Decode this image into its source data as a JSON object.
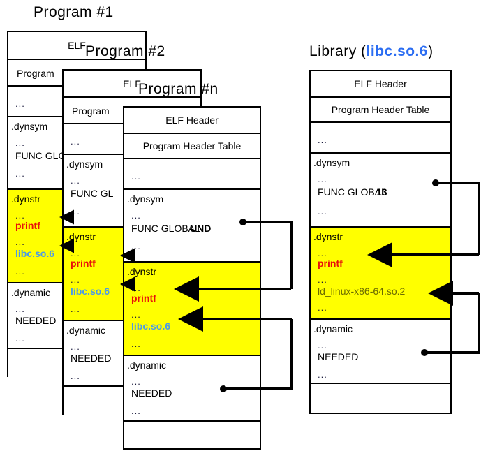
{
  "diagram": {
    "titles": {
      "program1": "Program #1",
      "program2": "Program #2",
      "programn": "Program #n",
      "library_prefix": "Library (",
      "library_name": "libc.so.6",
      "library_suffix": ")"
    },
    "colors": {
      "highlight": "#ffff00",
      "symbol_red": "#e8100a",
      "soname_blue": "#4a9ae8",
      "title_accent": "#2b6df2",
      "stroke": "#000000"
    },
    "program1": {
      "label": "Program #1",
      "sections": [
        {
          "name": "elf-header",
          "lines": [
            {
              "text": "ELF",
              "style": "hdr"
            }
          ]
        },
        {
          "name": "program-header-table",
          "lines": [
            {
              "text": "Program",
              "style": "hdr"
            }
          ]
        },
        {
          "name": "gap-1",
          "lines": [
            {
              "text": "...",
              "style": "dots"
            }
          ]
        },
        {
          "name": "dynsym",
          "lines": [
            {
              "text": ".dynsym",
              "style": "hdr"
            },
            {
              "text": "...",
              "style": "dots"
            },
            {
              "text": "FUNC GLO",
              "style": "hdr"
            },
            {
              "text": "...",
              "style": "dots"
            }
          ]
        },
        {
          "name": "dynstr",
          "highlight": true,
          "lines": [
            {
              "text": ".dynstr",
              "style": "hdr"
            },
            {
              "text": "...",
              "style": "dots"
            },
            {
              "text": "printf",
              "style": "red"
            },
            {
              "text": "...",
              "style": "dots"
            },
            {
              "text": "libc.so.6",
              "style": "blue"
            },
            {
              "text": "...",
              "style": "dots"
            }
          ]
        },
        {
          "name": "dynamic",
          "lines": [
            {
              "text": ".dynamic",
              "style": "hdr"
            },
            {
              "text": "...",
              "style": "dots"
            },
            {
              "text": "NEEDED",
              "style": "hdr"
            },
            {
              "text": "...",
              "style": "dots"
            }
          ]
        },
        {
          "name": "tail",
          "lines": []
        }
      ]
    },
    "program2": {
      "label": "Program #2",
      "sections": [
        {
          "name": "elf-header",
          "lines": [
            {
              "text": "ELF",
              "style": "hdr"
            }
          ]
        },
        {
          "name": "program-header-table",
          "lines": [
            {
              "text": "Program",
              "style": "hdr"
            }
          ]
        },
        {
          "name": "gap-1",
          "lines": [
            {
              "text": "...",
              "style": "dots"
            }
          ]
        },
        {
          "name": "dynsym",
          "lines": [
            {
              "text": ".dynsym",
              "style": "hdr"
            },
            {
              "text": "...",
              "style": "dots"
            },
            {
              "text": "FUNC GL",
              "style": "hdr"
            },
            {
              "text": "...",
              "style": "dots"
            }
          ]
        },
        {
          "name": "dynstr",
          "highlight": true,
          "lines": [
            {
              "text": ".dynstr",
              "style": "hdr"
            },
            {
              "text": "...",
              "style": "dots"
            },
            {
              "text": "printf",
              "style": "red"
            },
            {
              "text": "...",
              "style": "dots"
            },
            {
              "text": "libc.so.6",
              "style": "blue"
            },
            {
              "text": "...",
              "style": "dots"
            }
          ]
        },
        {
          "name": "dynamic",
          "lines": [
            {
              "text": ".dynamic",
              "style": "hdr"
            },
            {
              "text": "...",
              "style": "dots"
            },
            {
              "text": "NEEDED",
              "style": "hdr"
            },
            {
              "text": "...",
              "style": "dots"
            }
          ]
        },
        {
          "name": "tail",
          "lines": []
        }
      ]
    },
    "programn": {
      "label": "Program #n",
      "sections": [
        {
          "name": "elf-header",
          "lines": [
            {
              "text": "ELF Header",
              "style": "hdr"
            }
          ]
        },
        {
          "name": "program-header-table",
          "lines": [
            {
              "text": "Program Header Table",
              "style": "hdr"
            }
          ]
        },
        {
          "name": "gap-1",
          "lines": [
            {
              "text": "...",
              "style": "dots"
            }
          ]
        },
        {
          "name": "dynsym",
          "lines": [
            {
              "text": ".dynsym",
              "style": "hdr"
            },
            {
              "text": "...",
              "style": "dots"
            },
            {
              "text": "FUNC GLOBAL ",
              "style": "hdr"
            },
            {
              "text": "UND",
              "style": "bold"
            },
            {
              "text": "...",
              "style": "dots"
            }
          ]
        },
        {
          "name": "dynstr",
          "highlight": true,
          "lines": [
            {
              "text": ".dynstr",
              "style": "hdr"
            },
            {
              "text": "...",
              "style": "dots"
            },
            {
              "text": "printf",
              "style": "red"
            },
            {
              "text": "...",
              "style": "dots"
            },
            {
              "text": "libc.so.6",
              "style": "blue"
            },
            {
              "text": "...",
              "style": "dots"
            }
          ]
        },
        {
          "name": "dynamic",
          "lines": [
            {
              "text": ".dynamic",
              "style": "hdr"
            },
            {
              "text": "...",
              "style": "dots"
            },
            {
              "text": "NEEDED",
              "style": "hdr"
            },
            {
              "text": "...",
              "style": "dots"
            }
          ]
        },
        {
          "name": "tail",
          "lines": []
        }
      ]
    },
    "library": {
      "label": "Library (libc.so.6)",
      "sections": [
        {
          "name": "elf-header",
          "lines": [
            {
              "text": "ELF Header",
              "style": "hdr"
            }
          ]
        },
        {
          "name": "program-header-table",
          "lines": [
            {
              "text": "Program Header Table",
              "style": "hdr"
            }
          ]
        },
        {
          "name": "gap-1",
          "lines": [
            {
              "text": "...",
              "style": "dots"
            }
          ]
        },
        {
          "name": "dynsym",
          "lines": [
            {
              "text": ".dynsym",
              "style": "hdr"
            },
            {
              "text": "...",
              "style": "dots"
            },
            {
              "text": "FUNC GLOBAL ",
              "style": "hdr"
            },
            {
              "text": "13",
              "style": "bold"
            },
            {
              "text": "...",
              "style": "dots"
            }
          ]
        },
        {
          "name": "dynstr",
          "highlight": true,
          "lines": [
            {
              "text": ".dynstr",
              "style": "hdr"
            },
            {
              "text": "...",
              "style": "dots"
            },
            {
              "text": "printf",
              "style": "red"
            },
            {
              "text": "...",
              "style": "dots"
            },
            {
              "text": "ld_linux-x86-64.so.2",
              "style": "olive"
            },
            {
              "text": "...",
              "style": "dots"
            }
          ]
        },
        {
          "name": "dynamic",
          "lines": [
            {
              "text": ".dynamic",
              "style": "hdr"
            },
            {
              "text": "...",
              "style": "dots"
            },
            {
              "text": "NEEDED",
              "style": "hdr"
            },
            {
              "text": "...",
              "style": "dots"
            }
          ]
        },
        {
          "name": "tail",
          "lines": []
        }
      ]
    },
    "connectors": [
      {
        "name": "progn-und-to-progn-printf",
        "from": "Program #n FUNC GLOBAL UND",
        "to": "Program #n printf"
      },
      {
        "name": "progn-needed-to-progn-libcso6",
        "from": "Program #n NEEDED",
        "to": "Program #n libc.so.6"
      },
      {
        "name": "library-funcglobal13-to-library-printf",
        "from": "Library FUNC GLOBAL 13",
        "to": "Library printf"
      },
      {
        "name": "library-needed-to-library-ldlinux",
        "from": "Library NEEDED",
        "to": "Library ld_linux-x86-64.so.2"
      }
    ]
  }
}
